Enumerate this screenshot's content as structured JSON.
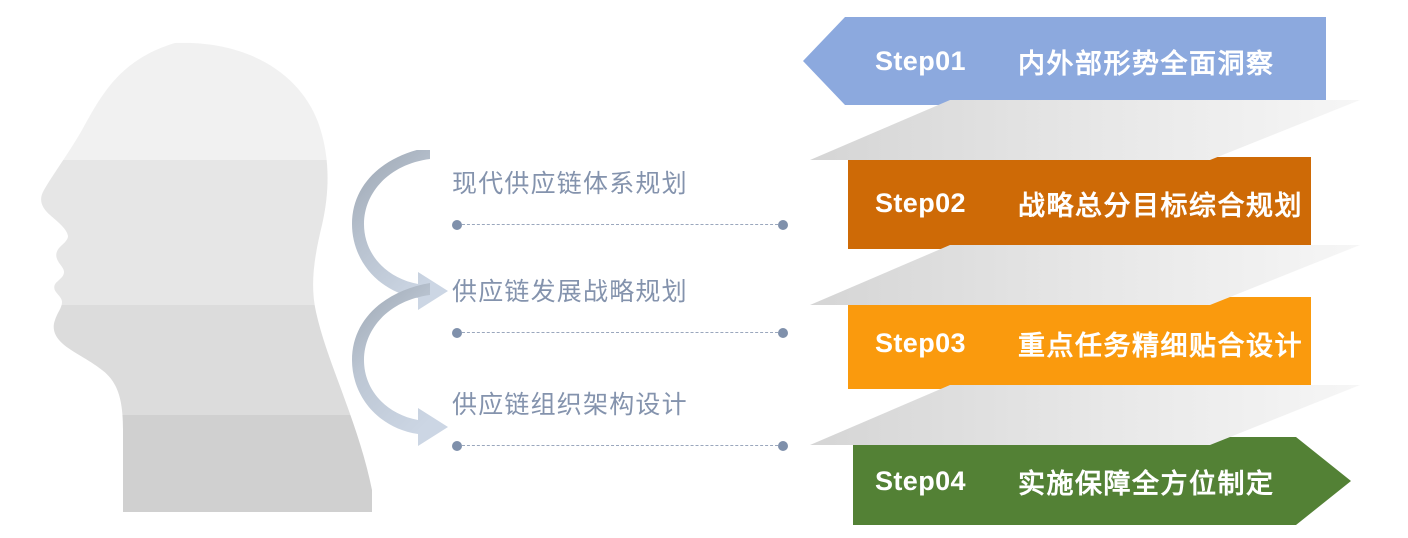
{
  "diagram": {
    "title_semantic": "supply-chain-strategy-four-step-roadmap",
    "left_illustration": {
      "name": "human-head-profile-silhouette",
      "band_colors": [
        "#f1f1f1",
        "#e4e4e4",
        "#d2d2d2"
      ],
      "facing": "left"
    },
    "arrows": {
      "name": "curved-flow-arrows",
      "count": 3,
      "color_start": "#9aa4b0",
      "color_end": "#c9d3e2"
    },
    "labels": [
      {
        "id": "label-01",
        "text": "现代供应链体系规划",
        "color": "#8493ad"
      },
      {
        "id": "label-02",
        "text": "供应链发展战略规划",
        "color": "#8493ad"
      },
      {
        "id": "label-03",
        "text": "供应链组织架构设计",
        "color": "#8493ad"
      }
    ],
    "connector": {
      "name": "slanted-gray-connector",
      "gradient_from": "#d8d8d8",
      "gradient_to": "#f4f4f4"
    },
    "steps": [
      {
        "id": "Step01",
        "title": "内外部形势全面洞察",
        "color": "#8CA9DE",
        "shape": "chevron-left-notch",
        "text_color": "#ffffff"
      },
      {
        "id": "Step02",
        "title": "战略总分目标综合规划",
        "color": "#CE6A06",
        "shape": "rectangle",
        "text_color": "#ffffff"
      },
      {
        "id": "Step03",
        "title": "重点任务精细贴合设计",
        "color": "#FA9A0D",
        "shape": "rectangle",
        "text_color": "#ffffff"
      },
      {
        "id": "Step04",
        "title": "实施保障全方位制定",
        "color": "#538135",
        "shape": "arrow-right",
        "text_color": "#ffffff"
      }
    ]
  }
}
